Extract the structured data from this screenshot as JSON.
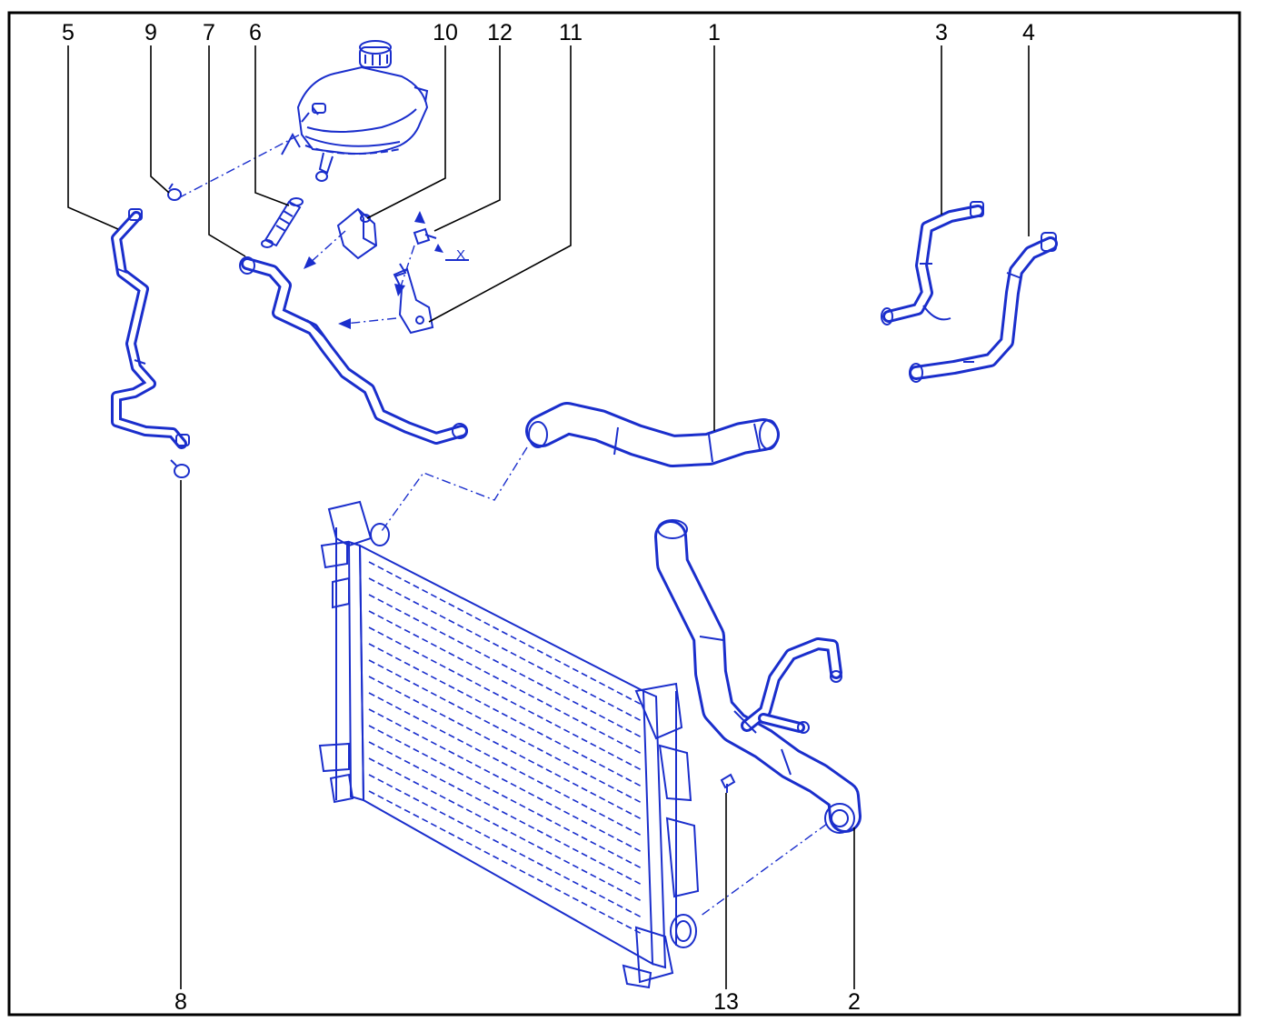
{
  "diagram": {
    "callouts": [
      {
        "id": "5",
        "label": "5"
      },
      {
        "id": "9",
        "label": "9"
      },
      {
        "id": "7",
        "label": "7"
      },
      {
        "id": "6",
        "label": "6"
      },
      {
        "id": "10",
        "label": "10"
      },
      {
        "id": "12",
        "label": "12"
      },
      {
        "id": "11",
        "label": "11"
      },
      {
        "id": "1",
        "label": "1"
      },
      {
        "id": "3",
        "label": "3"
      },
      {
        "id": "4",
        "label": "4"
      },
      {
        "id": "8",
        "label": "8"
      },
      {
        "id": "13",
        "label": "13"
      },
      {
        "id": "2",
        "label": "2"
      }
    ],
    "axis_marker": "X",
    "colors": {
      "line_art": "#1a2ecc",
      "text": "#000000",
      "frame": "#000000",
      "background": "#ffffff"
    }
  }
}
